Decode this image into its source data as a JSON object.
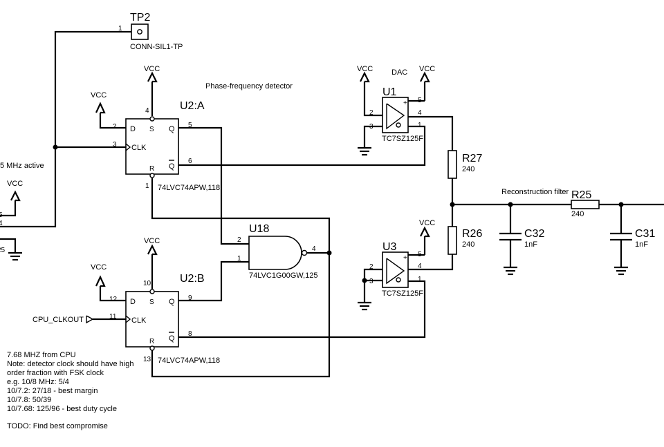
{
  "components": {
    "tp2": {
      "ref": "TP2",
      "value": "CONN-SIL1-TP",
      "pin": "1"
    },
    "u2a": {
      "ref": "U2:A",
      "value": "74LVC74APW,118",
      "pins": {
        "d": "2",
        "clk": "3",
        "s": "4",
        "r": "1",
        "q": "5",
        "qn": "6"
      }
    },
    "u2b": {
      "ref": "U2:B",
      "value": "74LVC74APW,118",
      "pins": {
        "d": "12",
        "clk": "11",
        "s": "10",
        "r": "13",
        "q": "9",
        "qn": "8"
      }
    },
    "u18": {
      "ref": "U18",
      "value": "74LVC1G00GW,125",
      "pins": {
        "a": "2",
        "b": "1",
        "y": "4"
      }
    },
    "u1": {
      "ref": "U1",
      "value": "TC7SZ125F",
      "pins": {
        "a": "2",
        "gnd": "3",
        "vcc": "5",
        "y": "4",
        "oe": "1"
      }
    },
    "u3": {
      "ref": "U3",
      "value": "TC7SZ125F",
      "pins": {
        "a": "2",
        "gnd": "3",
        "vcc": "5",
        "y": "4",
        "oe": "1"
      }
    },
    "r27": {
      "ref": "R27",
      "value": "240"
    },
    "r26": {
      "ref": "R26",
      "value": "240"
    },
    "r25": {
      "ref": "R25",
      "value": "240"
    },
    "c32": {
      "ref": "C32",
      "value": "1nF"
    },
    "c31": {
      "ref": "C31",
      "value": "1nF"
    }
  },
  "pin_labels": {
    "d": "D",
    "clk": "CLK",
    "s": "S",
    "r": "R",
    "q": "Q",
    "qn": "Q",
    "plus": "+"
  },
  "power": {
    "vcc": "VCC"
  },
  "labels": {
    "pfd": "Phase-frequency detector",
    "dac": "DAC",
    "recon": "Reconstruction filter",
    "cpu_clkout": "CPU_CLKOUT",
    "mhz_active": "5 MHz active",
    "left_pin_5": "5",
    "left_pin_4": "4",
    "left_pin_25": "25"
  },
  "notes": [
    "7.68 MHZ from CPU",
    "Note: detector clock should have high",
    "order fraction with FSK clock",
    "e.g. 10/8 MHz: 5/4",
    "10/7.2: 27/18 - best margin",
    "10/7.8: 50/39",
    "10/7.68: 125/96 - best duty cycle",
    "",
    "TODO: Find best compromise"
  ]
}
